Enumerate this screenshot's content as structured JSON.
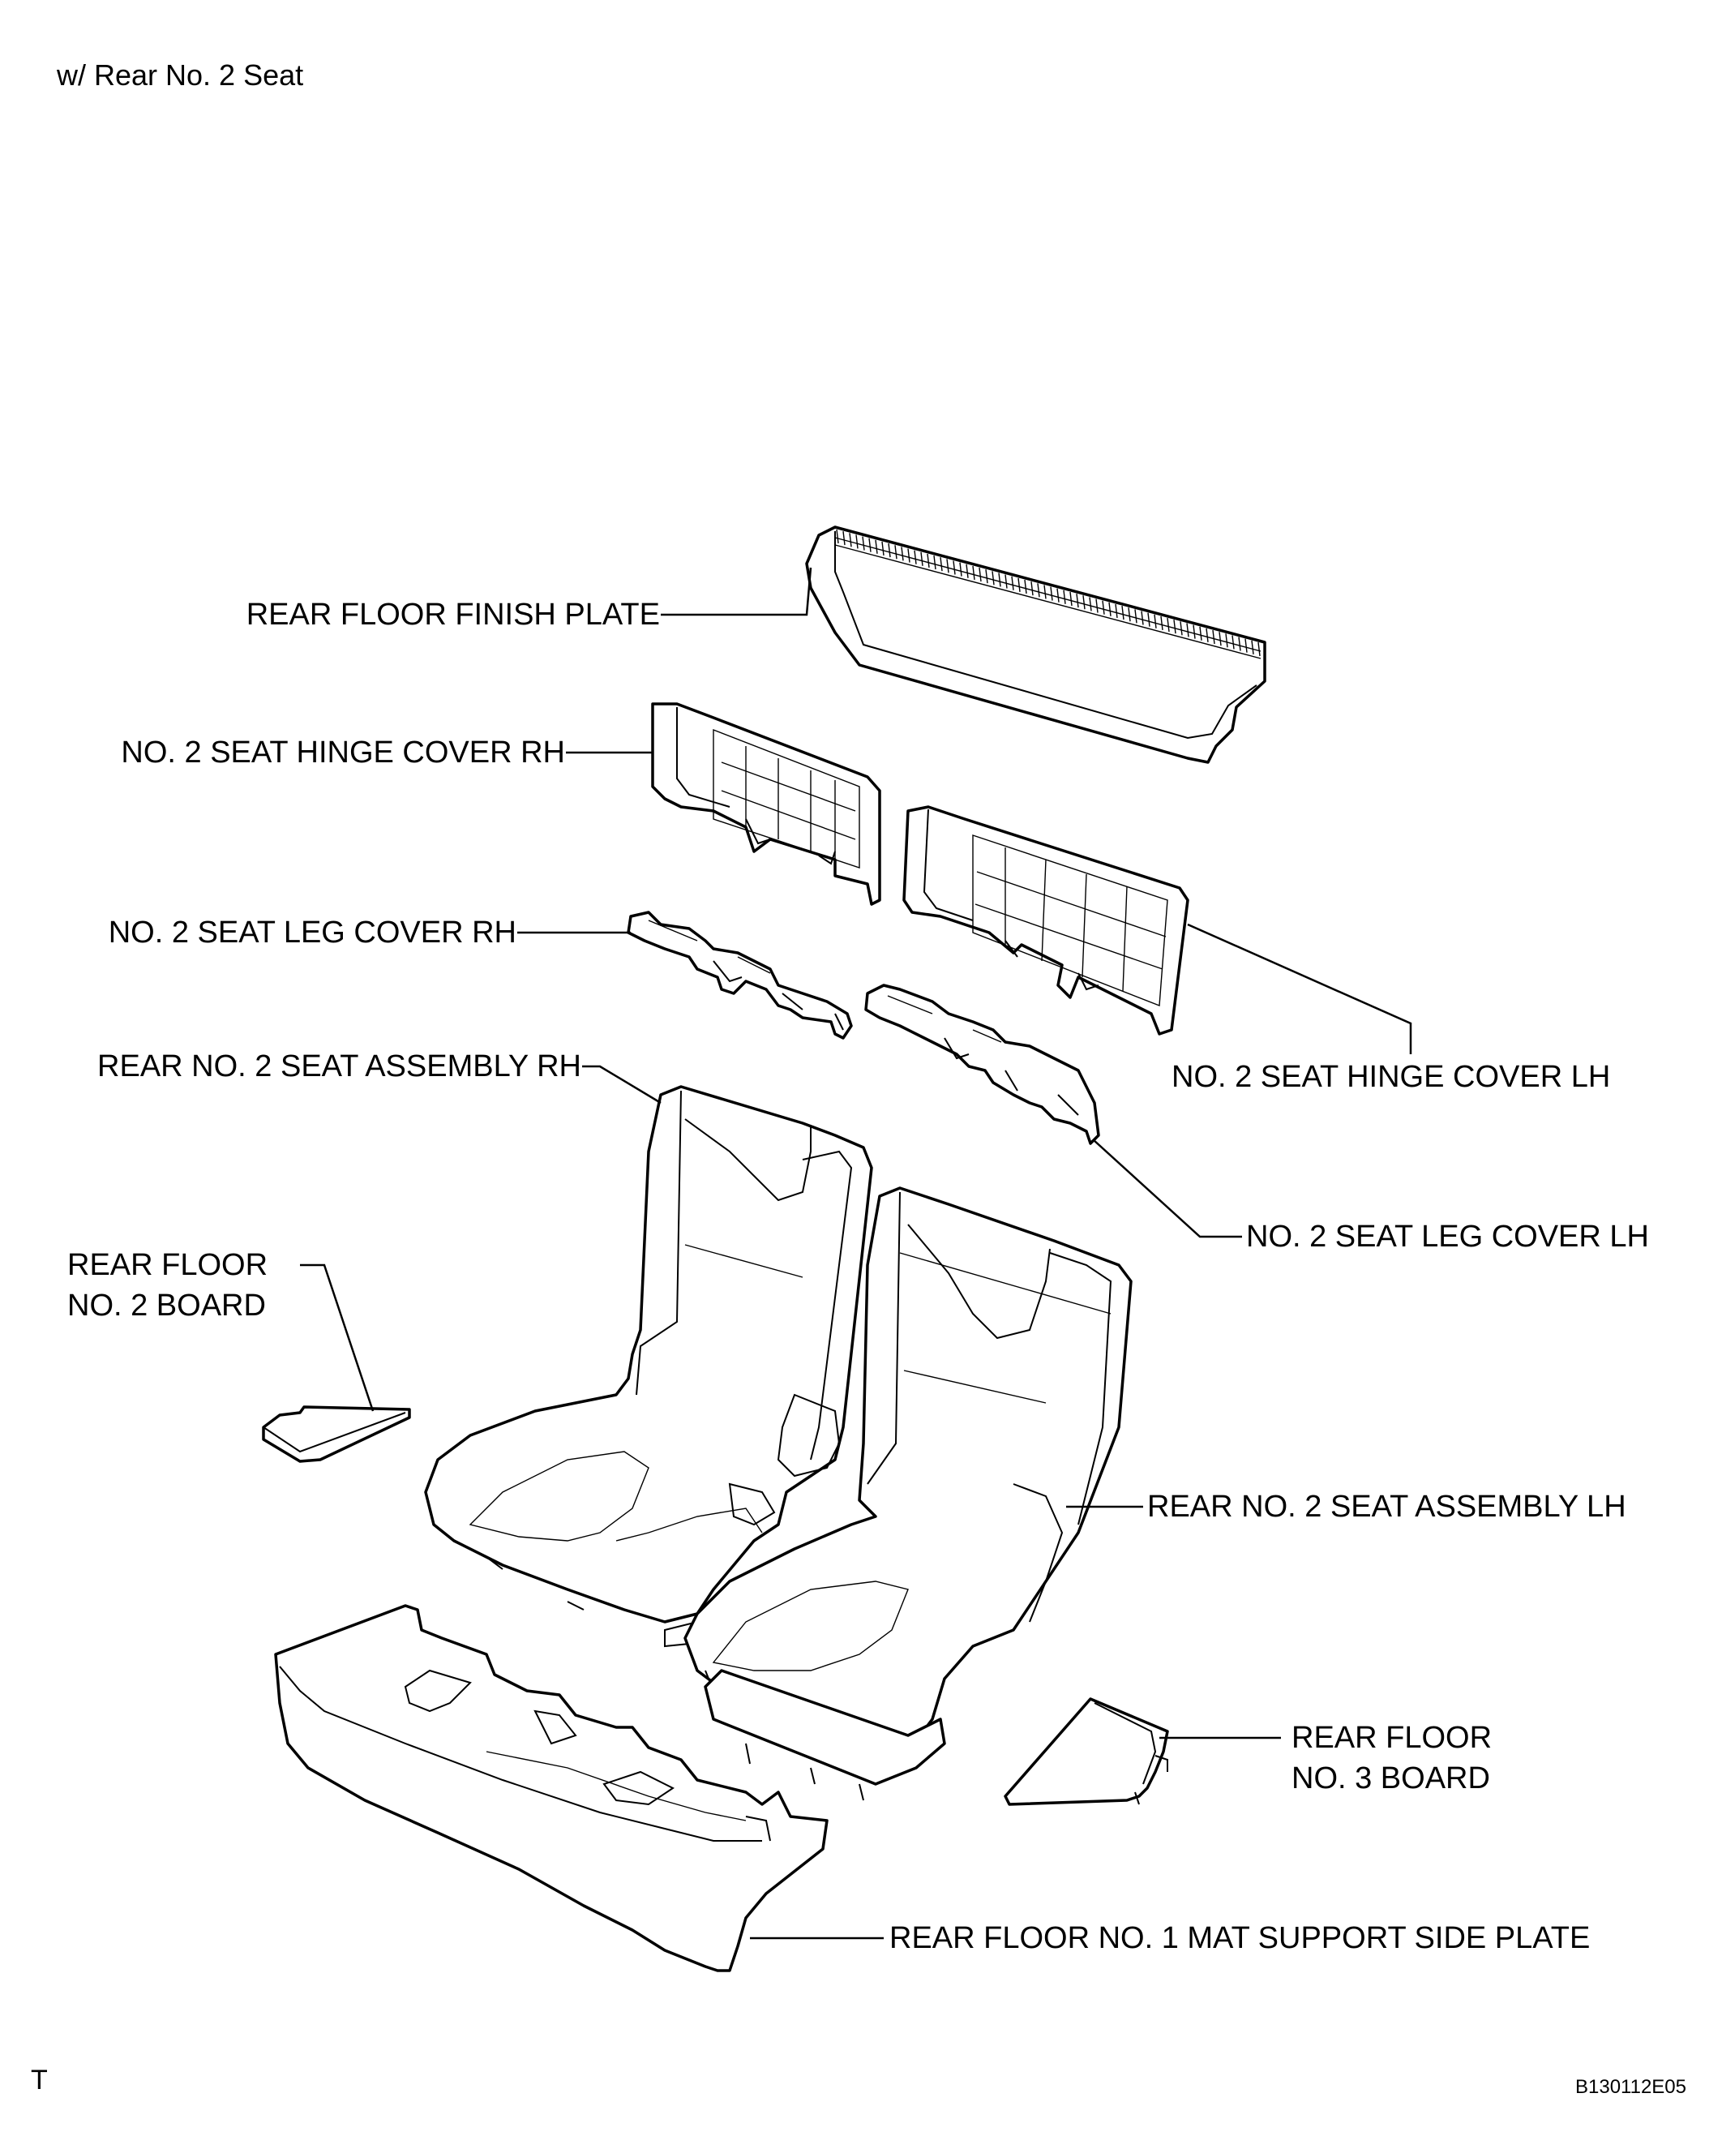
{
  "header": {
    "variant": "w/ Rear No. 2 Seat"
  },
  "labels": {
    "finish_plate": "REAR FLOOR FINISH PLATE",
    "hinge_cover_rh": "NO. 2 SEAT HINGE COVER RH",
    "leg_cover_rh": "NO. 2 SEAT LEG COVER RH",
    "seat_assy_rh": "REAR NO. 2 SEAT ASSEMBLY RH",
    "hinge_cover_lh": "NO. 2 SEAT HINGE COVER LH",
    "leg_cover_lh": "NO. 2 SEAT LEG COVER LH",
    "floor_board_2_line1": "REAR FLOOR",
    "floor_board_2_line2": "NO. 2 BOARD",
    "seat_assy_lh": "REAR NO. 2 SEAT ASSEMBLY LH",
    "floor_board_3_line1": "REAR FLOOR",
    "floor_board_3_line2": "NO. 3 BOARD",
    "mat_support": "REAR FLOOR NO. 1 MAT SUPPORT SIDE PLATE"
  },
  "footer": {
    "corner_mark": "T",
    "figure_code": "B130112E05"
  }
}
